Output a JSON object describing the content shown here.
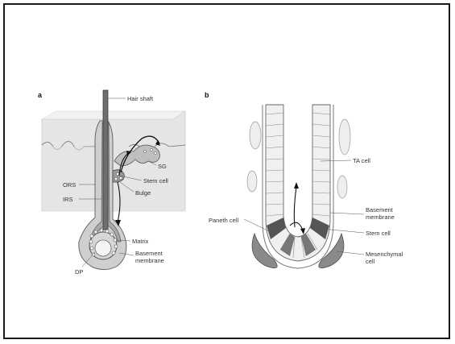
{
  "figure": {
    "panel_a": {
      "letter": "a",
      "labels": {
        "hair_shaft": "Hair shaft",
        "sg": "SG",
        "stem_cell": "Stem cell",
        "bulge": "Bulge",
        "ors": "ORS",
        "irs": "IRS",
        "matrix": "Matrix",
        "basement_line1": "Basement",
        "basement_line2": "membrane",
        "dp": "DP"
      }
    },
    "panel_b": {
      "letter": "b",
      "labels": {
        "ta_cell": "TA cell",
        "basement_line1": "Basement",
        "basement_line2": "membrane",
        "paneth_cell": "Paneth cell",
        "stem_cell": "Stem cell",
        "mesenchymal_line1": "Mesenchymal",
        "mesenchymal_line2": "cell"
      }
    }
  }
}
